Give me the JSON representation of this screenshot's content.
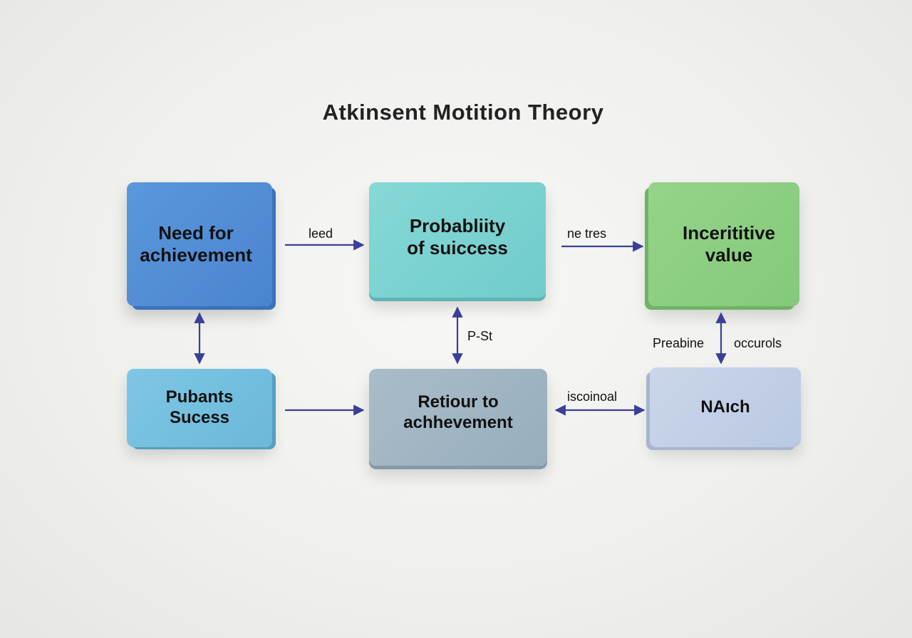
{
  "title": "Atkinsent Motition Theory",
  "nodes": {
    "need": "Need for\nachievement",
    "prob": "Probabliity\nof suiccess",
    "inc": "Incerititive\nvalue",
    "pub": "Pubants\nSucess",
    "ret": "Retiour to\nachhevement",
    "nach": "NAıch"
  },
  "edges": {
    "need_prob": "leed",
    "prob_inc": "ne tres",
    "prob_ret": "P-St",
    "inc_nach_left": "Preabine",
    "inc_nach_right": "occurols",
    "ret_nach": "iscoinoal"
  },
  "colors": {
    "arrow": "#3a3f9a"
  }
}
